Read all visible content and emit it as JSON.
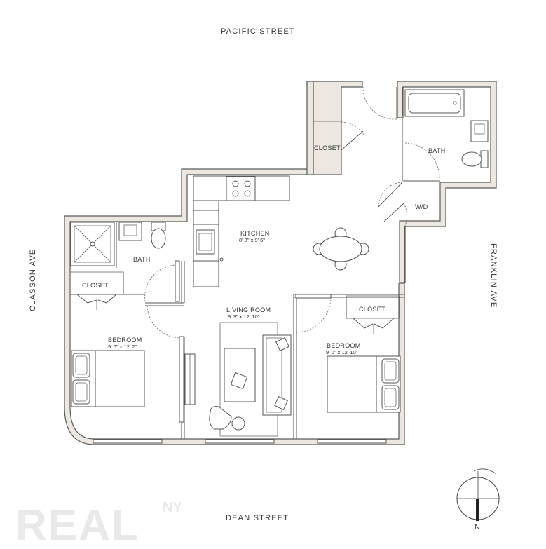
{
  "streets": {
    "north": "PACIFIC STREET",
    "south": "DEAN STREET",
    "west": "CLASSON AVE",
    "east": "FRANKLIN AVE"
  },
  "rooms": {
    "closet_entry": "CLOSET",
    "bath_east": "BATH",
    "wd": "W/D",
    "kitchen": {
      "label": "KITCHEN",
      "dims": "8' 3\" x 9' 6\""
    },
    "bath_west": "BATH",
    "closet_west": "CLOSET",
    "living_room": {
      "label": "LIVING ROOM",
      "dims": "9' 3\" x 12' 10\""
    },
    "closet_east": "CLOSET",
    "bedroom_west": {
      "label": "BEDROOM",
      "dims": "9' 6\" x 12' 2\""
    },
    "bedroom_east": {
      "label": "BEDROOM",
      "dims": "9' 0\" x 12' 10\""
    }
  },
  "compass": {
    "label": "N"
  },
  "watermark": {
    "text": "REAL",
    "sup": "NY"
  }
}
